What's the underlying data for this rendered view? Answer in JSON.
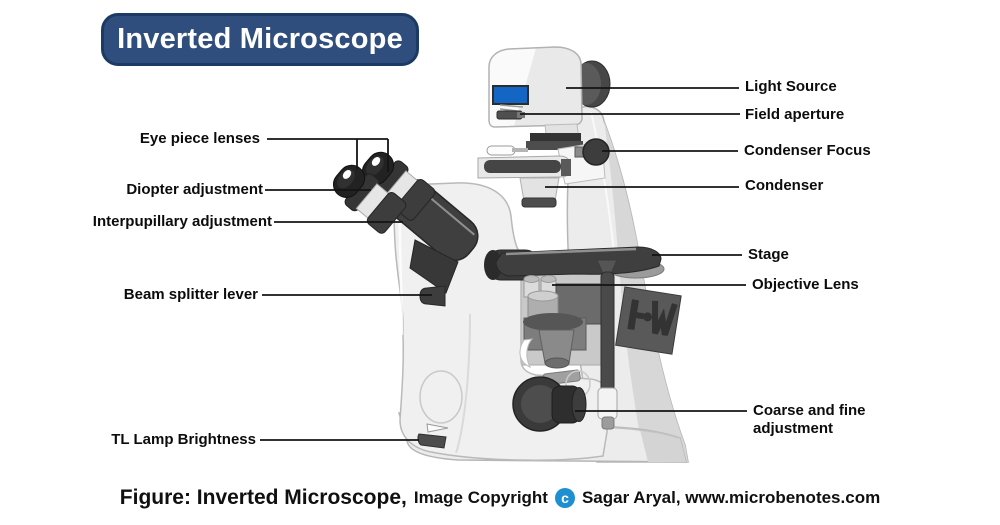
{
  "title_badge": {
    "label": "Inverted Microscope"
  },
  "labels": {
    "left": [
      {
        "id": "eye-piece-lenses",
        "text": "Eye piece lenses"
      },
      {
        "id": "diopter-adjustment",
        "text": "Diopter adjustment"
      },
      {
        "id": "interpupillary-adjustment",
        "text": "Interpupillary adjustment"
      },
      {
        "id": "beam-splitter-lever",
        "text": "Beam splitter lever"
      },
      {
        "id": "tl-lamp-brightness",
        "text": "TL Lamp Brightness"
      }
    ],
    "right": [
      {
        "id": "light-source",
        "text": "Light Source"
      },
      {
        "id": "field-aperture",
        "text": "Field aperture"
      },
      {
        "id": "condenser-focus",
        "text": "Condenser Focus"
      },
      {
        "id": "condenser",
        "text": "Condenser"
      },
      {
        "id": "stage",
        "text": "Stage"
      },
      {
        "id": "objective-lens",
        "text": "Objective Lens"
      },
      {
        "id": "coarse-and-fine-adjustment",
        "text": "Coarse and fine adjustment"
      }
    ]
  },
  "caption": {
    "figure_prefix": "Figure: Inverted Microscope,",
    "copyright_text": "Image Copyright",
    "copyright_symbol": "c",
    "author_site": "Sagar Aryal, www.microbenotes.com"
  },
  "colors": {
    "badge_bg": "#2f4e7d",
    "badge_border": "#1b3a64",
    "screen_blue": "#1366c4",
    "copyright_blue": "#1e8fd0",
    "leader_line": "#141414",
    "body_light": "#f0f0f0",
    "body_shade": "#d7d7d7",
    "dark_part": "#3f3f3f"
  }
}
